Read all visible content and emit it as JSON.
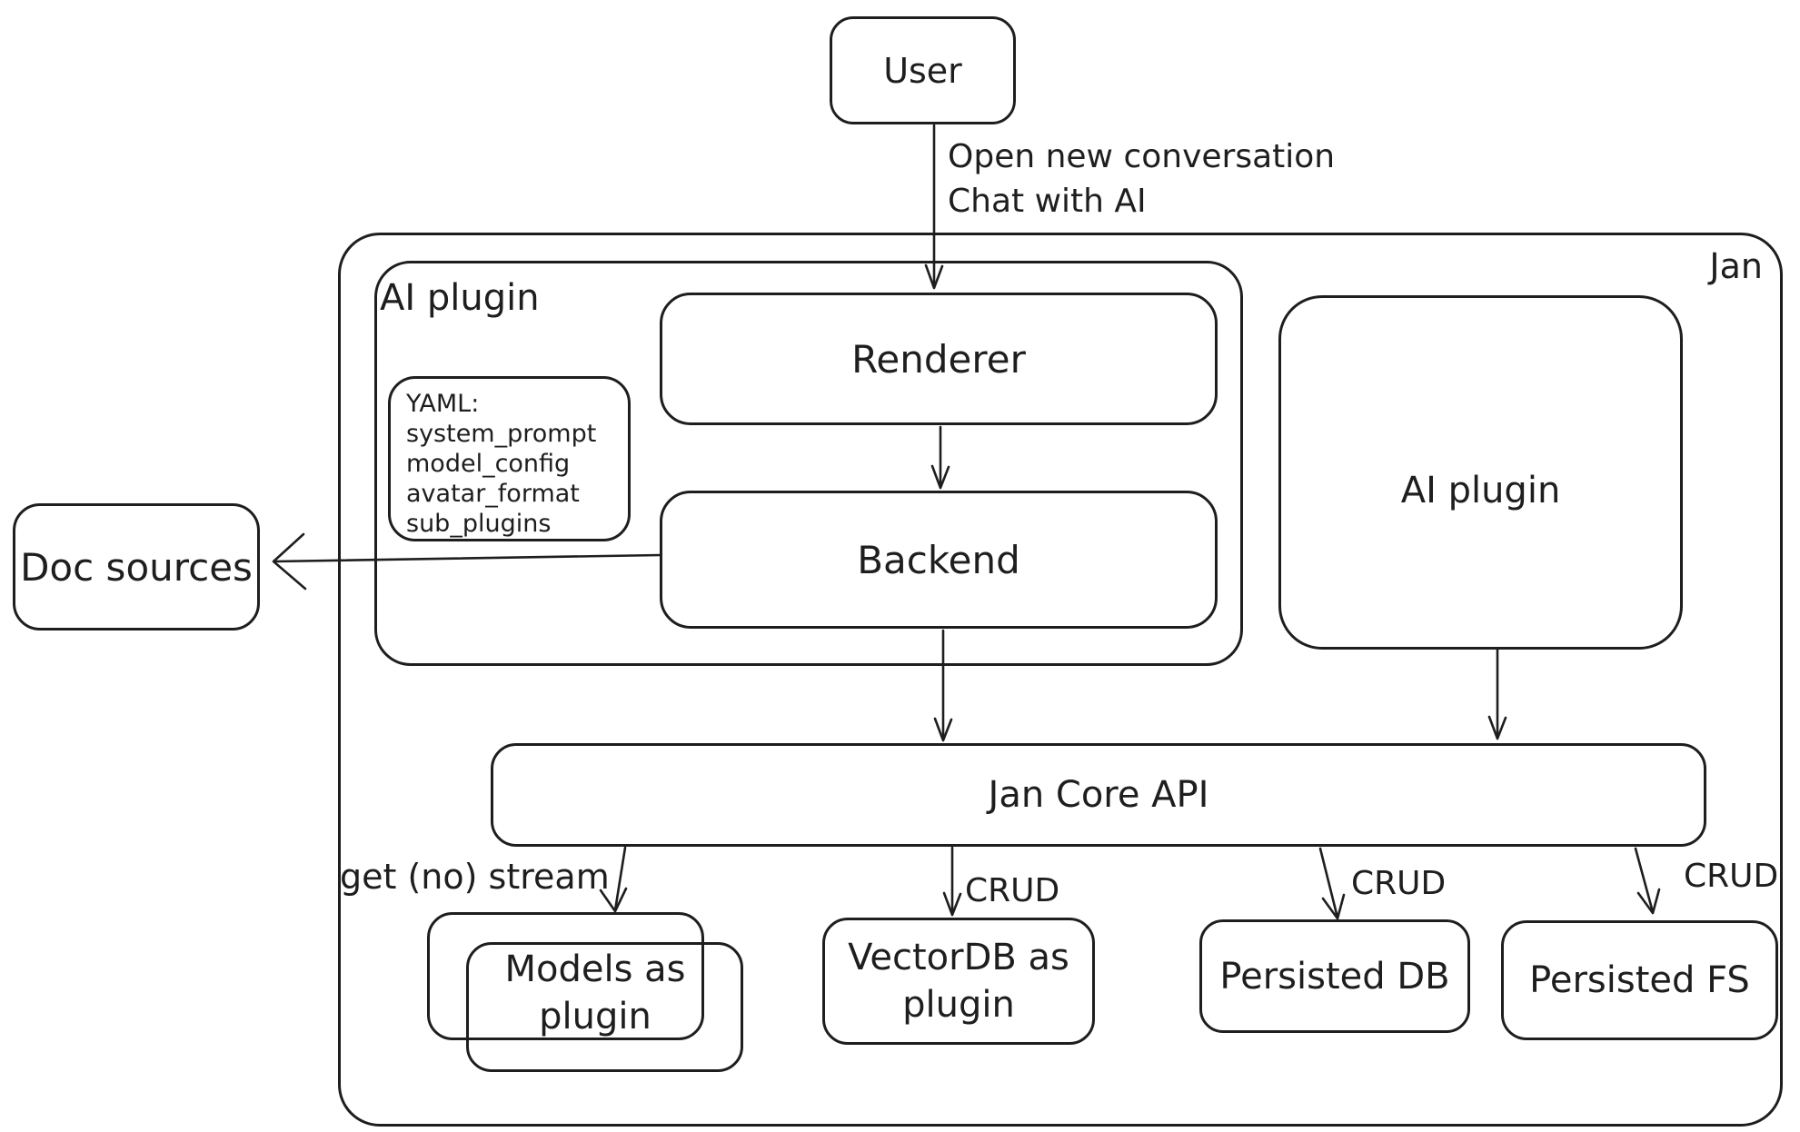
{
  "colors": {
    "stroke": "#1e1e1e",
    "background": "#ffffff"
  },
  "user": {
    "label": "User"
  },
  "user_arrow": {
    "label_line1": "Open new conversation",
    "label_line2": "Chat with AI"
  },
  "jan": {
    "label": "Jan"
  },
  "ai_plugin_container": {
    "label": "AI plugin"
  },
  "renderer": {
    "label": "Renderer"
  },
  "backend": {
    "label": "Backend"
  },
  "yaml_note": {
    "fields": [
      "YAML:",
      "system_prompt",
      "model_config",
      "avatar_format",
      "sub_plugins"
    ]
  },
  "ai_plugin_right": {
    "label": "AI plugin"
  },
  "doc_sources": {
    "label": "Doc sources"
  },
  "jan_core_api": {
    "label": "Jan Core API"
  },
  "models_plugin": {
    "label": "Models as plugin"
  },
  "vectordb_plugin": {
    "label": "VectorDB as plugin"
  },
  "persisted_db": {
    "label": "Persisted DB"
  },
  "persisted_fs": {
    "label": "Persisted FS"
  },
  "edge_labels": {
    "get_no_stream": "get (no) stream",
    "crud_vectordb": "CRUD",
    "crud_db": "CRUD",
    "crud_fs": "CRUD"
  }
}
